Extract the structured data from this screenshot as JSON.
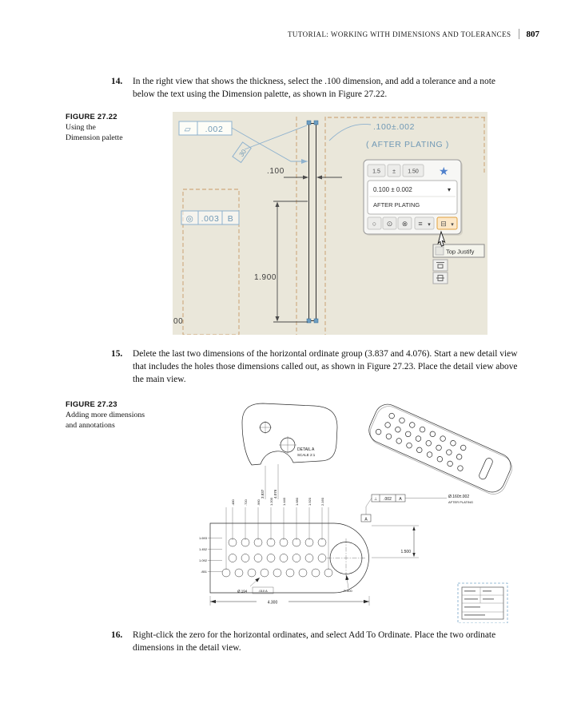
{
  "header": {
    "title": "TUTORIAL: WORKING WITH DIMENSIONS AND TOLERANCES",
    "page_number": "807"
  },
  "steps": {
    "s14_num": "14.",
    "s14_text": "In the right view that shows the thickness, select the .100 dimension, and add a tolerance and a note below the text using the Dimension palette, as shown in Figure 27.22.",
    "s15_num": "15.",
    "s15_text": "Delete the last two dimensions of the horizontal ordinate group (3.837 and 4.076). Start a new detail view that includes the holes those dimensions called out, as shown in Figure 27.23. Place the detail view above the main view.",
    "s16_num": "16.",
    "s16_text": "Right-click the zero for the horizontal ordinates, and select Add To Ordinate. Place the two ordinate dimensions in the detail view."
  },
  "fig22": {
    "label": "FIGURE 27.22",
    "caption_line1": "Using the",
    "caption_line2": "Dimension palette",
    "fcf_top_symbol": "▱",
    "fcf_top_value": ".002",
    "rotated_label": "30",
    "preview_line1": ".100±.002",
    "preview_line2": "( AFTER PLATING )",
    "dim_thickness": ".100",
    "fcf_left_symbol": "◎",
    "fcf_left_value": ".003",
    "fcf_left_datum": "B",
    "dim_height": "1.900",
    "clipped_text": "00",
    "palette": {
      "btn1": "1.5",
      "btn2": "±",
      "btn3": "1.50",
      "star": "★",
      "value": "0.100 ±  0.002",
      "value_caret": "▾",
      "note": "AFTER PLATING",
      "ico1": "○",
      "ico2": "⊙",
      "ico3": "⊗",
      "ico4": "≡",
      "ico4_caret": "▾",
      "ico5": "⊟",
      "ico5_caret": "▾",
      "tooltip": "Top Justify"
    }
  },
  "fig23": {
    "label": "FIGURE 27.23",
    "caption_line1": "Adding more dimensions",
    "caption_line2": "and annotations",
    "detail_label": "DETAIL A",
    "detail_scale": "SCALE 2:1",
    "detail_ordinate_1": "3.837",
    "detail_ordinate_2": "4.076",
    "fcf_symbol": "⊥",
    "fcf_value": ".002",
    "fcf_datum": "A",
    "note_line1": "Ø.160±.002",
    "note_line2": "AFTER PLATING",
    "datum_flag": "A",
    "dim_right": "1.500",
    "ordinate_labels": [
      ".480",
      ".720",
      ".960",
      "1.200",
      "1.440",
      "1.680",
      "1.920",
      "2.160"
    ],
    "left_labels": [
      "1.693",
      "1.452",
      "1.092",
      ".851"
    ],
    "hole_note": "Ø.194",
    "hole_note_fcf": ".010 A",
    "corner_note": "R.500",
    "dim_bottom": "4.300"
  },
  "colors": {
    "figure22_background": "#eae7da",
    "selection_blue": "#8fb2ce",
    "sketch_tan": "#c89a66",
    "star_blue": "#4f81cc",
    "highlight_orange": "#e0a13f"
  }
}
